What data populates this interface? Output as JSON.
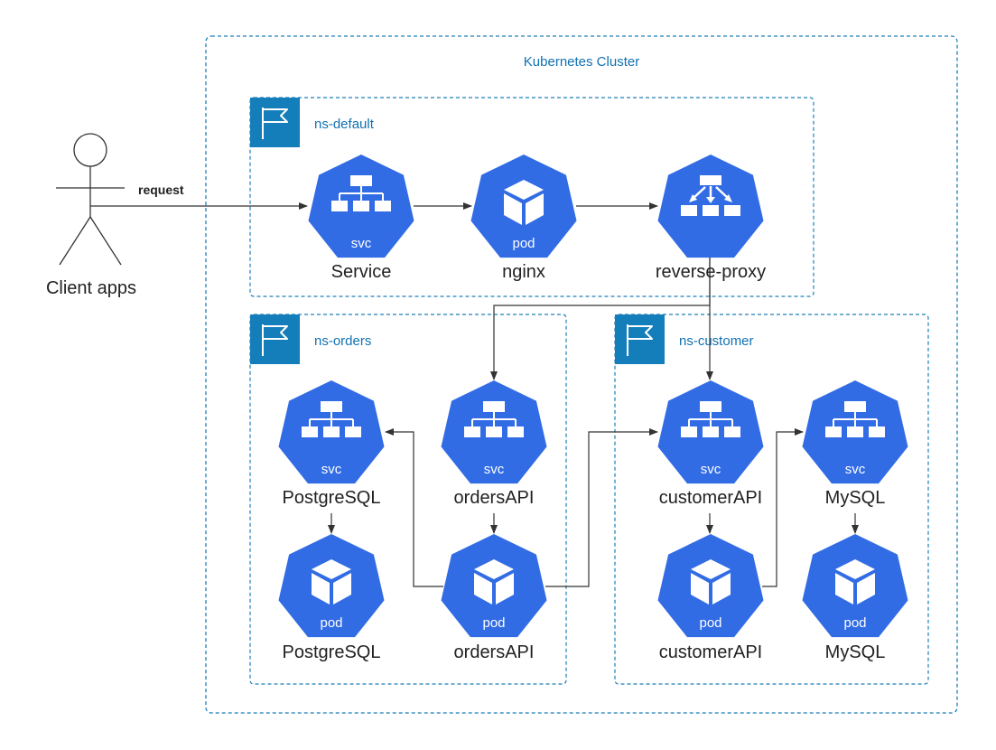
{
  "cluster": {
    "label": "Kubernetes Cluster"
  },
  "actor": {
    "label": "Client apps"
  },
  "request_label": "request",
  "namespaces": {
    "default": {
      "label": "ns-default"
    },
    "orders": {
      "label": "ns-orders"
    },
    "customer": {
      "label": "ns-customer"
    }
  },
  "icon_text": {
    "svc": "svc",
    "pod": "pod"
  },
  "nodes": [
    {
      "id": "default-svc",
      "kind": "svc",
      "label": "Service"
    },
    {
      "id": "default-pod",
      "kind": "pod",
      "label": "nginx"
    },
    {
      "id": "default-proxy",
      "kind": "ing",
      "label": "reverse-proxy"
    },
    {
      "id": "orders-pg-svc",
      "kind": "svc",
      "label": "PostgreSQL"
    },
    {
      "id": "orders-api-svc",
      "kind": "svc",
      "label": "ordersAPI"
    },
    {
      "id": "orders-pg-pod",
      "kind": "pod",
      "label": "PostgreSQL"
    },
    {
      "id": "orders-api-pod",
      "kind": "pod",
      "label": "ordersAPI"
    },
    {
      "id": "customer-api-svc",
      "kind": "svc",
      "label": "customerAPI"
    },
    {
      "id": "customer-mysql-svc",
      "kind": "svc",
      "label": "MySQL"
    },
    {
      "id": "customer-api-pod",
      "kind": "pod",
      "label": "customerAPI"
    },
    {
      "id": "customer-mysql-pod",
      "kind": "pod",
      "label": "MySQL"
    }
  ],
  "colors": {
    "k8s_blue": "#326CE5",
    "ns_badge": "#147EBA",
    "cluster_border": "#1F7FB8",
    "ns_label": "#1171B2",
    "edge": "#333333",
    "text": "#222222"
  }
}
